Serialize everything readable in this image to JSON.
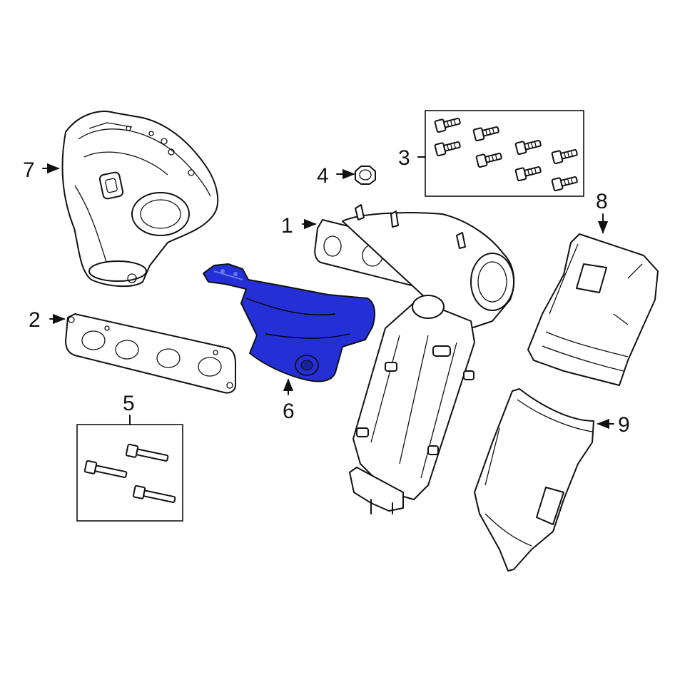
{
  "diagram": {
    "highlight_color": "#2430d6",
    "highlighted_part": "6",
    "callouts": [
      {
        "id": "1",
        "label": "1"
      },
      {
        "id": "2",
        "label": "2"
      },
      {
        "id": "3",
        "label": "3"
      },
      {
        "id": "4",
        "label": "4"
      },
      {
        "id": "5",
        "label": "5"
      },
      {
        "id": "6",
        "label": "6"
      },
      {
        "id": "7",
        "label": "7"
      },
      {
        "id": "8",
        "label": "8"
      },
      {
        "id": "9",
        "label": "9"
      }
    ]
  }
}
